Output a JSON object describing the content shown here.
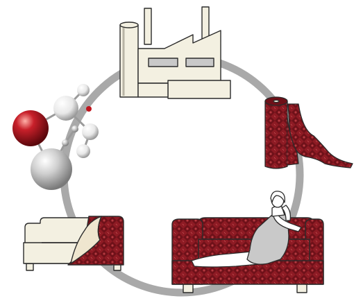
{
  "diagram": {
    "kind": "circular-lifecycle",
    "stages": [
      {
        "id": "factory",
        "icon": "factory-icon"
      },
      {
        "id": "fabric-roll",
        "icon": "fabric-roll-icon"
      },
      {
        "id": "sofa-with-woman",
        "icon": "sofa-icon"
      },
      {
        "id": "armchair-recovering",
        "icon": "armchair-icon"
      },
      {
        "id": "molecules",
        "icon": "molecule-icon"
      }
    ],
    "colors": {
      "ring": "#a9a9a9",
      "fabric": "#8e1b24",
      "fabric_dark": "#5e0f16",
      "cream": "#f3f0e1",
      "outline": "#2b2b2b",
      "molecule_red": "#b3141d",
      "molecule_grey": "#bdbdbd"
    }
  }
}
